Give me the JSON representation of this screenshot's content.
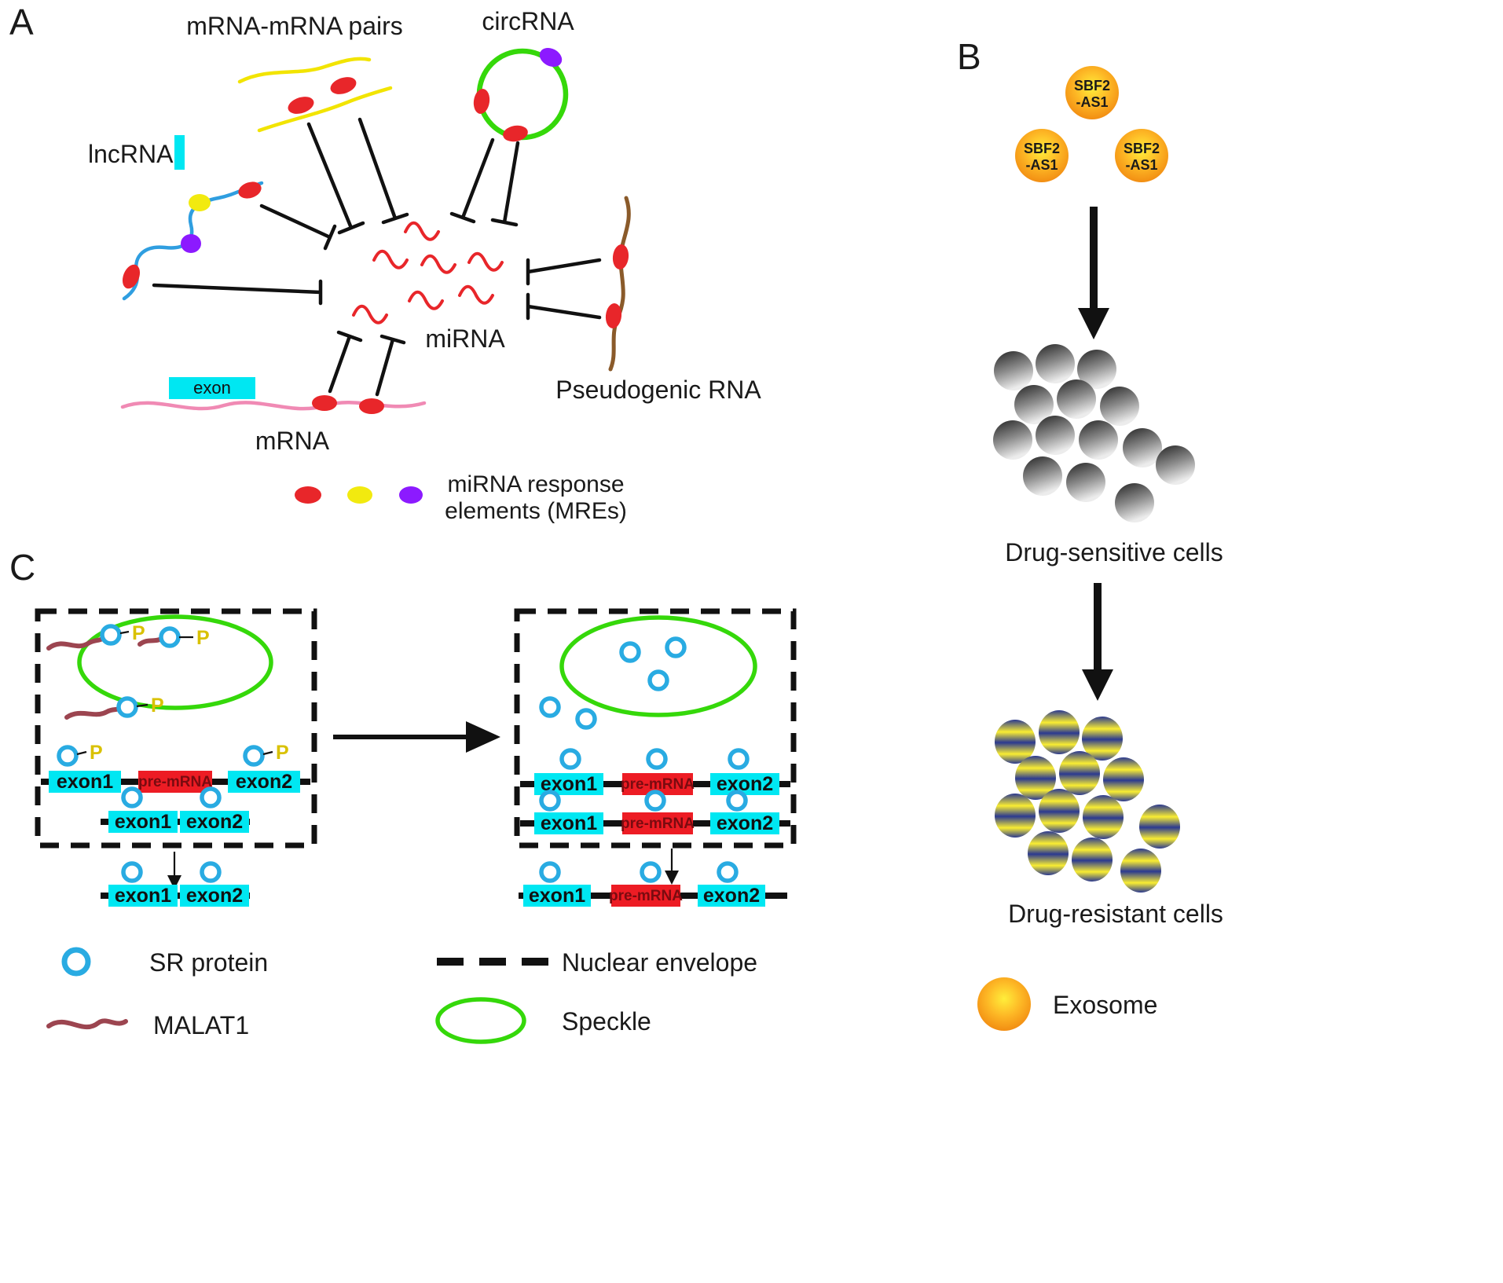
{
  "panelA": {
    "label": "A",
    "mrna_pairs_label": "mRNA-mRNA pairs",
    "circrna_label": "circRNA",
    "lncrna_label": "lncRNA",
    "mirna_label": "miRNA",
    "pseudogenic_label": "Pseudogenic RNA",
    "exon_label": "exon",
    "mrna_label": "mRNA",
    "mre_legend_line1": "miRNA response",
    "mre_legend_line2": "elements (MREs)"
  },
  "panelB": {
    "label": "B",
    "sbf2_line1": "SBF2",
    "sbf2_line2": "-AS1",
    "drug_sensitive_label": "Drug-sensitive cells",
    "drug_resistant_label": "Drug-resistant cells",
    "exosome_label": "Exosome"
  },
  "panelC": {
    "label": "C",
    "exon1_label": "exon1",
    "exon2_label": "exon2",
    "pre_mrna_label": "pre-mRNA",
    "phospho_label": "P",
    "sr_protein_label": "SR protein",
    "malat1_label": "MALAT1",
    "nuclear_envelope_label": "Nuclear envelope",
    "speckle_label": "Speckle"
  },
  "colors": {
    "mre_red": "#e8262a",
    "mre_yellow": "#f2ea0f",
    "mre_purple": "#8c1aff",
    "circrna_green": "#35d80a",
    "lncrna_blue": "#2f9ee0",
    "exon_cyan": "#00e7f2",
    "mrna_pink": "#f08ab4",
    "pseudogene_brown": "#8a5a2a",
    "sr_protein_blue": "#29abe2",
    "malat1_maroon": "#9c4550",
    "pre_mrna_red": "#ed1c24",
    "exosome_orange": "#f7941d",
    "exosome_yellow": "#ffe93b",
    "resistant_blue": "#2b3990",
    "resistant_yellow": "#f9ed32"
  }
}
